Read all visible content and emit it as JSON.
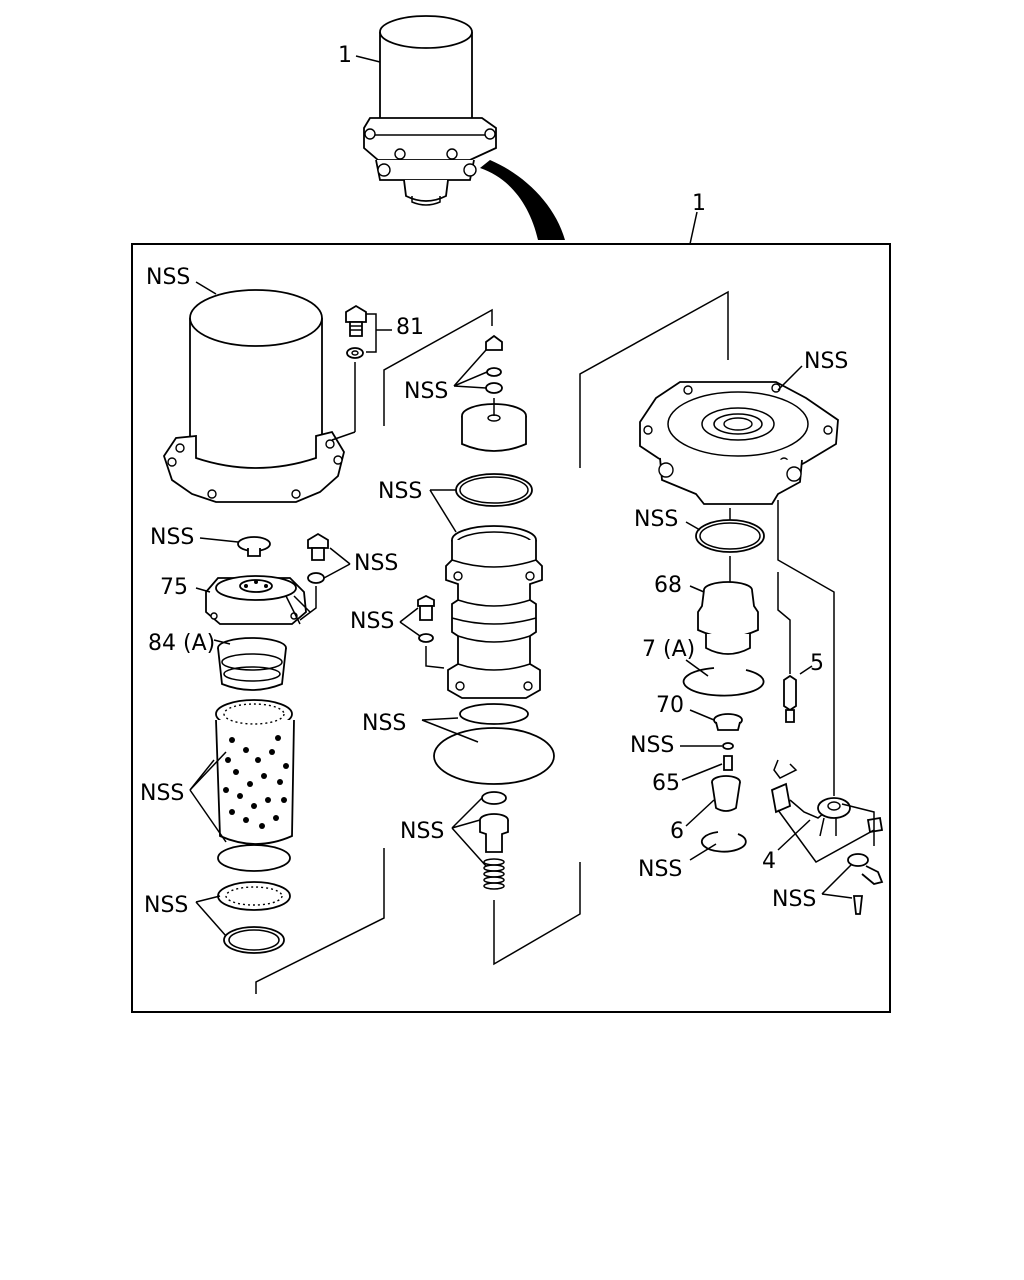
{
  "labels": {
    "top_assembly": "1",
    "box_assembly": "1",
    "nss": "NSS",
    "p81": "81",
    "p75": "75",
    "p84a": "84 (A)",
    "p68": "68",
    "p7a": "7 (A)",
    "p5": "5",
    "p70": "70",
    "p65": "65",
    "p6": "6",
    "p4": "4"
  }
}
